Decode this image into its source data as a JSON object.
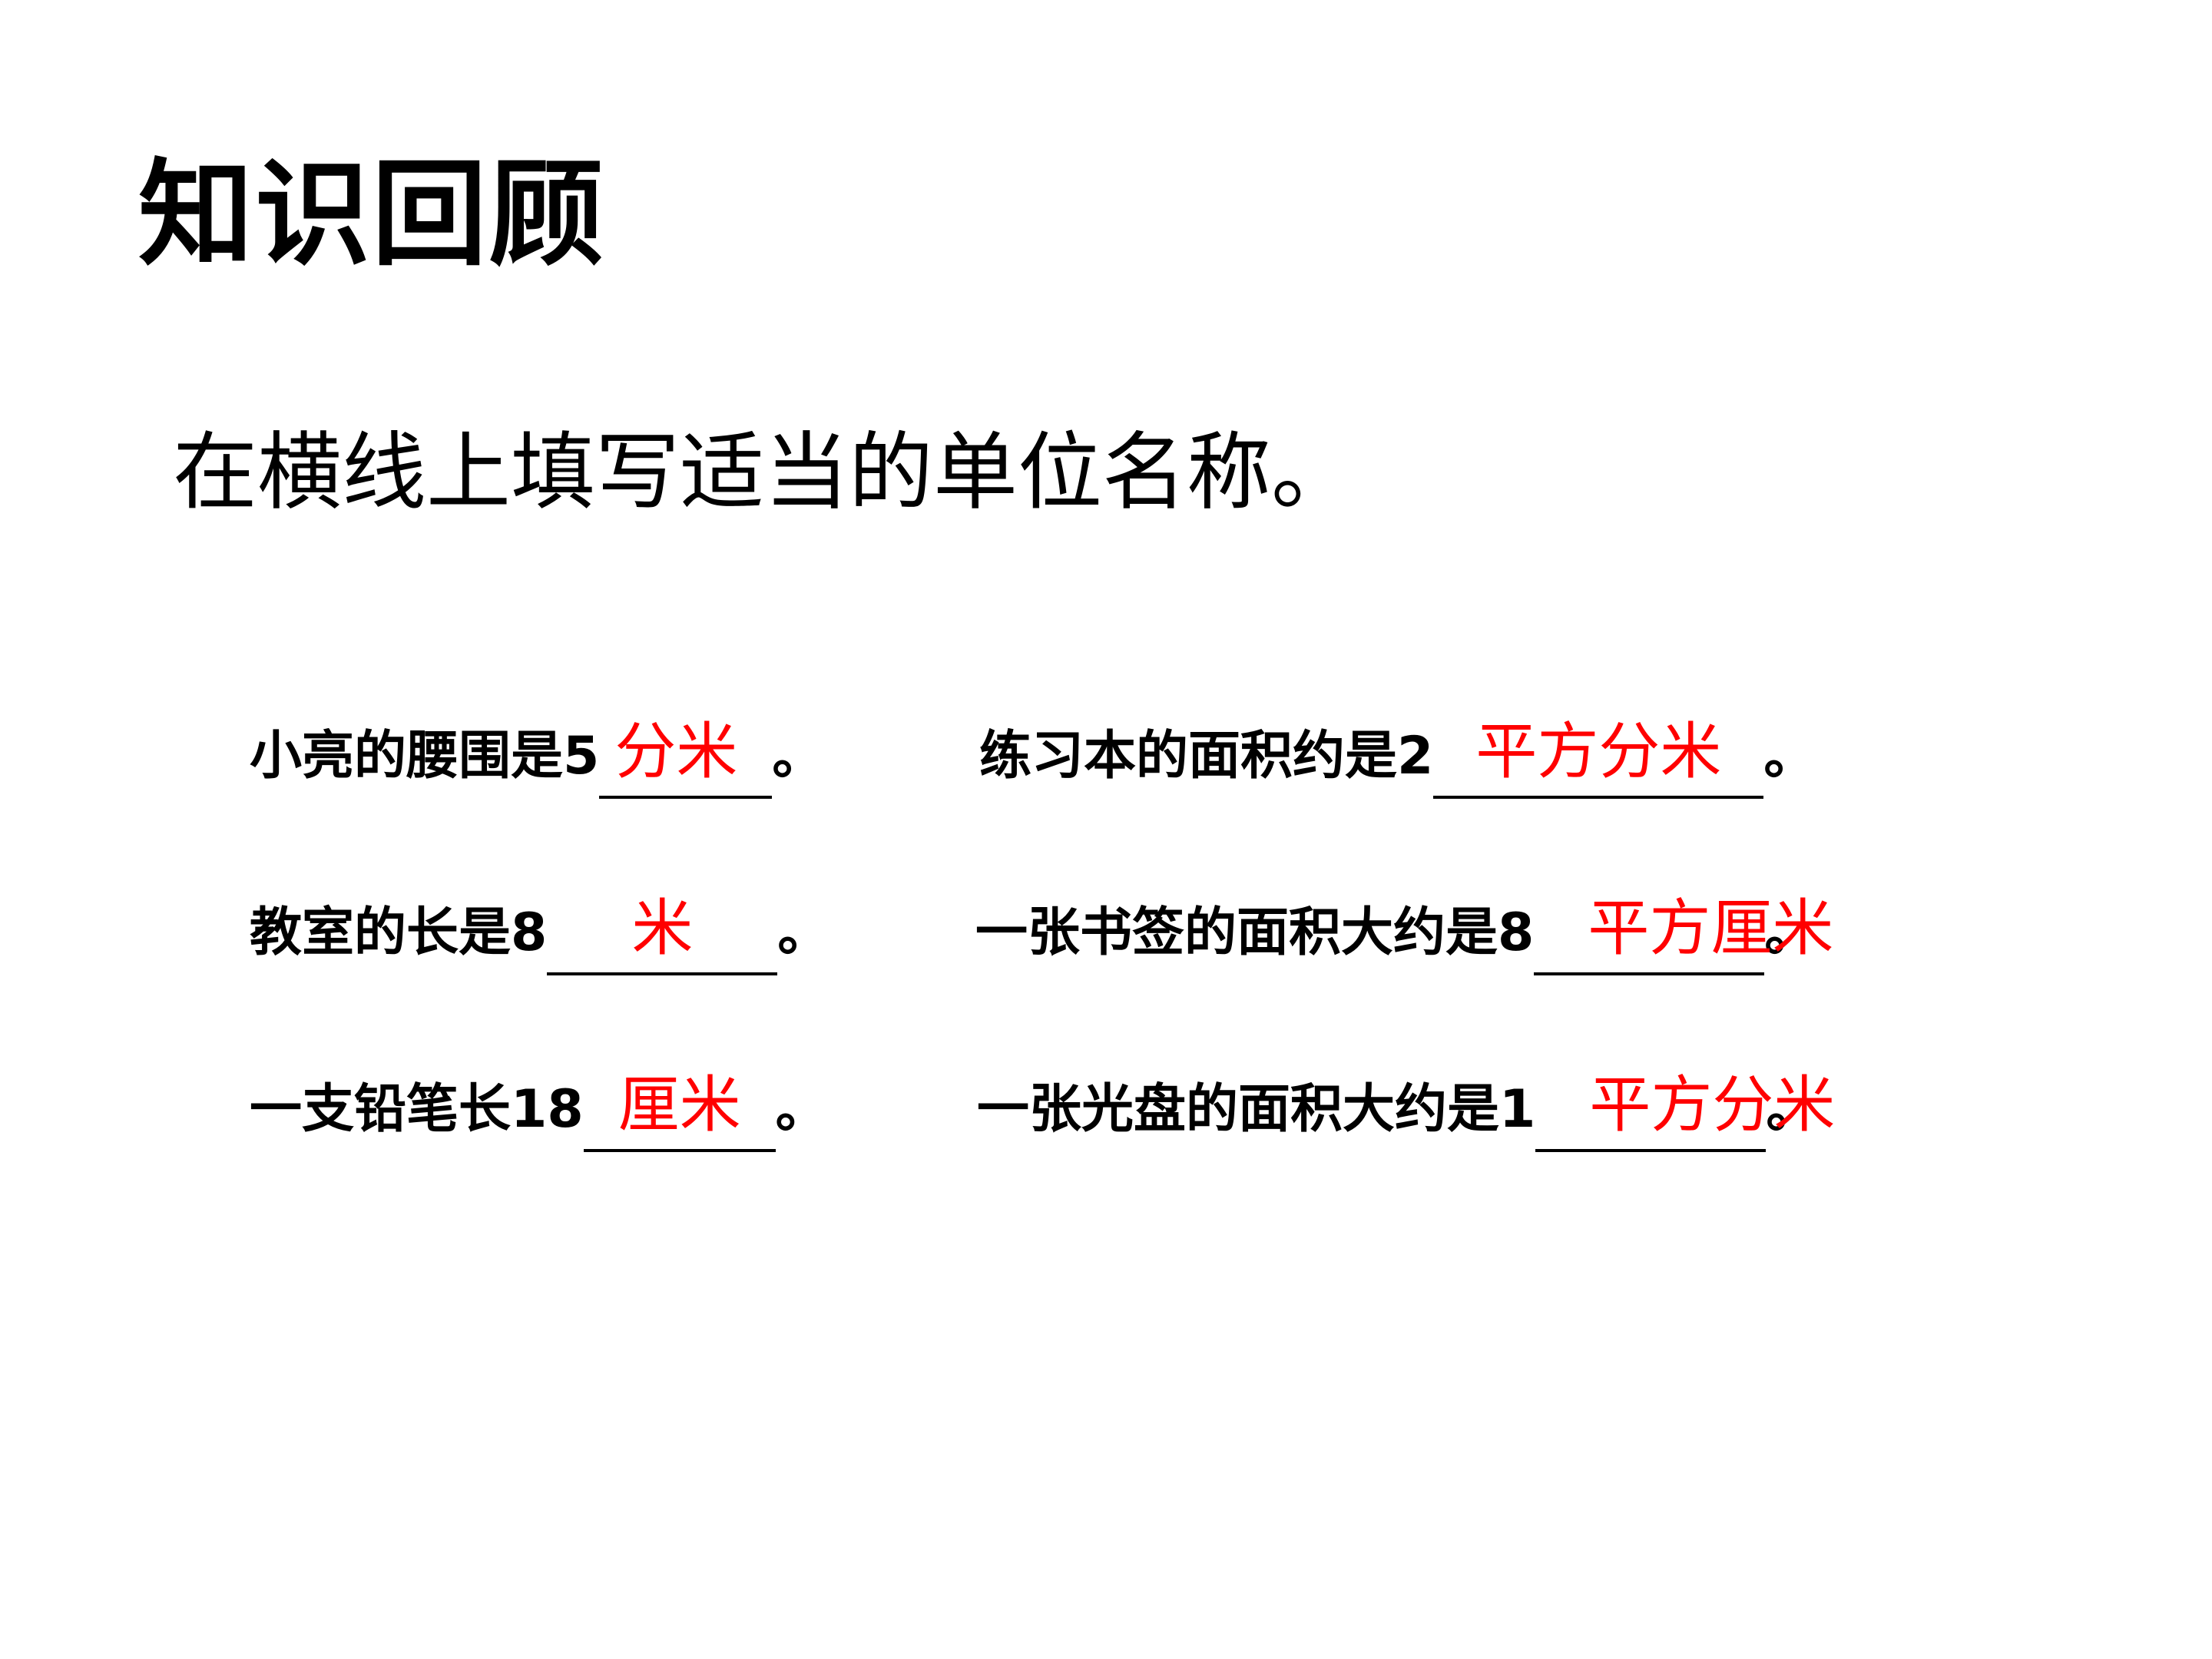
{
  "slide": {
    "title": "知识回顾",
    "instruction": "在横线上填写适当的单位名称。",
    "items": [
      {
        "prefix": "小亮的腰围是5",
        "answer": "分米",
        "suffix": "。"
      },
      {
        "prefix": "教室的长是8",
        "answer": "米",
        "suffix": "。"
      },
      {
        "prefix": "一支铅笔长18",
        "answer": "厘米",
        "suffix": "。"
      },
      {
        "prefix": "练习本的面积约是2",
        "answer": "平方分米",
        "suffix": "。"
      },
      {
        "prefix": "一张书签的面积大约是8",
        "answer": "平方厘米",
        "suffix": "。"
      },
      {
        "prefix": "一张光盘的面积大约是1",
        "answer": "平方分米",
        "suffix": "。"
      }
    ],
    "colors": {
      "text": "#000000",
      "answer": "#ff0000",
      "background": "#ffffff"
    }
  }
}
